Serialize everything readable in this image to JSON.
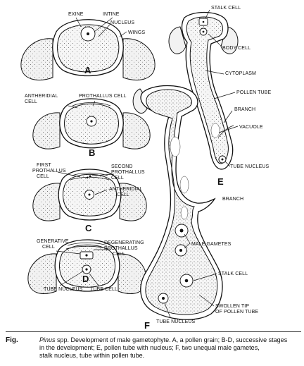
{
  "labels": {
    "exine": "EXINE",
    "intine": "INTINE",
    "nucleus": "NUCLEUS",
    "wings": "WINGS",
    "stalk_cell_top": "STALK CELL",
    "body_cell": "BODY CELL",
    "cytoplasm": "CYTOPLASM",
    "pollen_tube": "POLLEN TUBE",
    "branch_e": "BRANCH",
    "vacuole": "VACUOLE",
    "tube_nucleus_e": "TUBE NUCLEUS",
    "antheridial_cell_b_1": "ANTHERIDIAL",
    "antheridial_cell_b_2": "CELL",
    "prothallus_cell": "PROTHALLUS CELL",
    "first_prothallus_1": "FIRST",
    "first_prothallus_2": "PROTHALLUS",
    "first_prothallus_3": "CELL",
    "second_prothallus_1": "SECOND",
    "second_prothallus_2": "PROTHALLUS",
    "second_prothallus_3": "CELL",
    "antheridial_cell_c_1": "ANTHERIDIAL",
    "antheridial_cell_c_2": "CELL",
    "branch_f": "BRANCH",
    "generative_cell_1": "GENERATIVE",
    "generative_cell_2": "CELL",
    "degenerating_1": "DEGENERATING",
    "degenerating_2": "PROTHALLUS",
    "degenerating_3": "CELL",
    "male_gametes": "MALE GAMETES",
    "stalk_cell_f": "STALK CELL",
    "swollen_tip_1": "SWOLLEN TIP",
    "swollen_tip_2": "OF POLLEN TUBE",
    "tube_nucleus_d": "TUBE NUCLEUS",
    "tube_cell": "TUBE CELL",
    "tube_nucleus_f": "TUBE NUCLEUS"
  },
  "stage_letters": {
    "a": "A",
    "b": "B",
    "c": "C",
    "d": "D",
    "e": "E",
    "f": "F"
  },
  "caption": {
    "fig_label": "Fig.",
    "genus": "Pinus",
    "line1_rest": " spp. Development of male gametophyte. A, a pollen grain; B-D, successive stages",
    "line2": "in the development; E, pollen tube with nucleus; F, two unequal male gametes,",
    "line3": "stalk nucleus, tube within pollen tube."
  }
}
